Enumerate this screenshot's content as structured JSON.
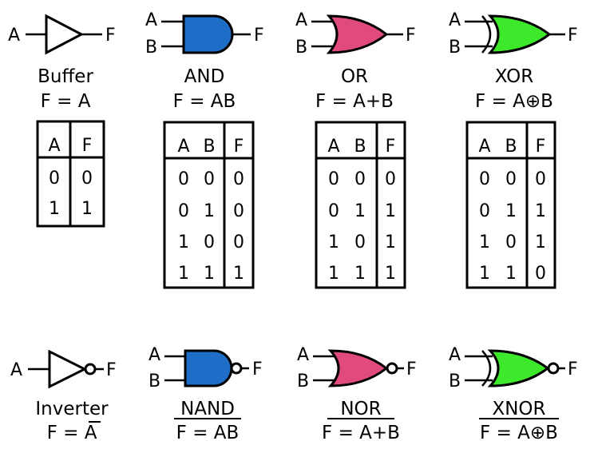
{
  "colors": {
    "and_fill": "#1e6ec8",
    "or_fill": "#e04a7e",
    "xor_fill": "#3ee82a",
    "buffer_fill": "#ffffff"
  },
  "gates": {
    "buffer": {
      "name": "Buffer",
      "in_a": "A",
      "out": "F",
      "eq_lhs": "F = ",
      "eq_expr": "A"
    },
    "and": {
      "name": "AND",
      "in_a": "A",
      "in_b": "B",
      "out": "F",
      "eq_lhs": "F = ",
      "eq_expr": "AB"
    },
    "or": {
      "name": "OR",
      "in_a": "A",
      "in_b": "B",
      "out": "F",
      "eq_lhs": "F = ",
      "eq_expr": "A+B"
    },
    "xor": {
      "name": "XOR",
      "in_a": "A",
      "in_b": "B",
      "out": "F",
      "eq_lhs": "F = ",
      "eq_a": "A",
      "eq_op": "⊕",
      "eq_b": "B"
    },
    "inverter": {
      "name": "Inverter",
      "in_a": "A",
      "out": "F",
      "eq_lhs": "F = ",
      "eq_expr": "A"
    },
    "nand": {
      "name": "NAND",
      "in_a": "A",
      "in_b": "B",
      "out": "F",
      "eq_lhs": "F = ",
      "eq_expr": "AB"
    },
    "nor": {
      "name": "NOR",
      "in_a": "A",
      "in_b": "B",
      "out": "F",
      "eq_lhs": "F = ",
      "eq_expr": "A+B"
    },
    "xnor": {
      "name": "XNOR",
      "in_a": "A",
      "in_b": "B",
      "out": "F",
      "eq_lhs": "F = ",
      "eq_a": "A",
      "eq_op": "⊕",
      "eq_b": "B"
    }
  },
  "tables": {
    "buffer": {
      "headers": [
        "A",
        "F"
      ],
      "rows": [
        [
          "0",
          "0"
        ],
        [
          "1",
          "1"
        ]
      ]
    },
    "and": {
      "headers": [
        "A",
        "B",
        "F"
      ],
      "rows": [
        [
          "0",
          "0",
          "0"
        ],
        [
          "0",
          "1",
          "0"
        ],
        [
          "1",
          "0",
          "0"
        ],
        [
          "1",
          "1",
          "1"
        ]
      ]
    },
    "or": {
      "headers": [
        "A",
        "B",
        "F"
      ],
      "rows": [
        [
          "0",
          "0",
          "0"
        ],
        [
          "0",
          "1",
          "1"
        ],
        [
          "1",
          "0",
          "1"
        ],
        [
          "1",
          "1",
          "1"
        ]
      ]
    },
    "xor": {
      "headers": [
        "A",
        "B",
        "F"
      ],
      "rows": [
        [
          "0",
          "0",
          "0"
        ],
        [
          "0",
          "1",
          "1"
        ],
        [
          "1",
          "0",
          "1"
        ],
        [
          "1",
          "1",
          "0"
        ]
      ]
    }
  }
}
